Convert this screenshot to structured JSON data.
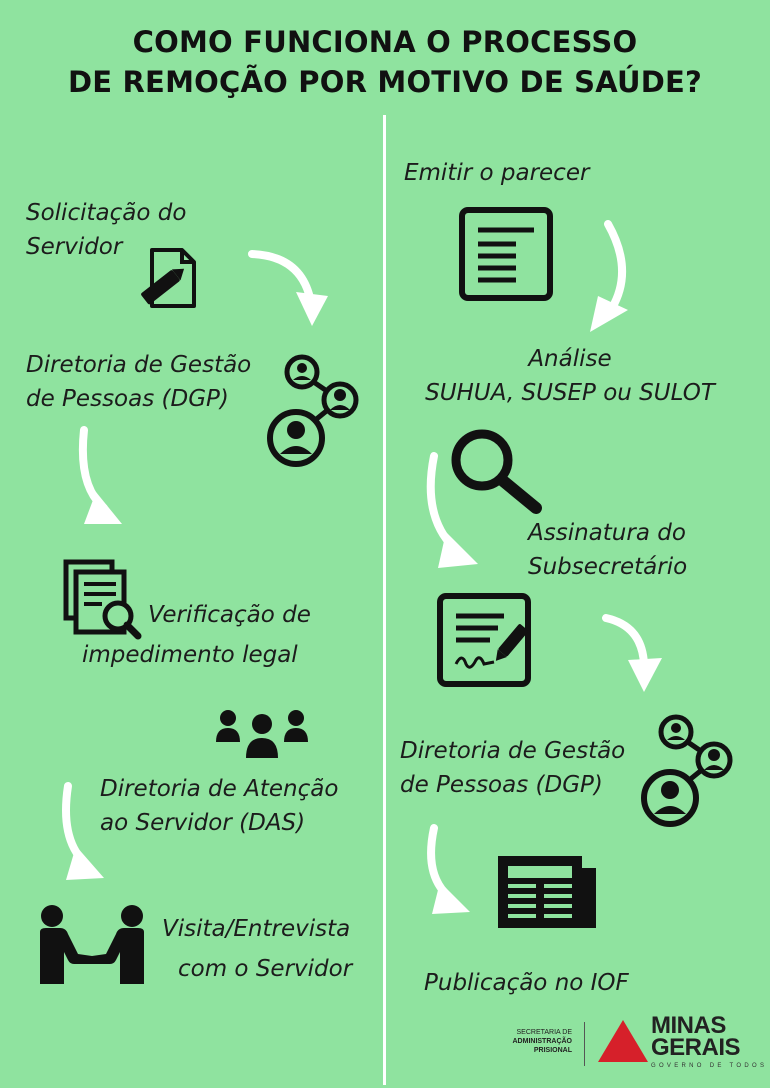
{
  "title": {
    "line1": "COMO FUNCIONA O PROCESSO",
    "line2": "DE REMOÇÃO POR MOTIVO DE SAÚDE?"
  },
  "left_steps": [
    {
      "line1": "Solicitação do",
      "line2": "Servidor",
      "icon": "document-pencil-icon"
    },
    {
      "line1": "Diretoria de Gestão",
      "line2": "de Pessoas (DGP)",
      "icon": "people-network-icon"
    },
    {
      "line1": "Verificação de",
      "line2": "impedimento legal",
      "icon": "documents-magnifier-icon"
    },
    {
      "line1": "Diretoria de Atenção",
      "line2": "ao Servidor (DAS)",
      "icon": "group-people-icon"
    },
    {
      "line1": "Visita/Entrevista",
      "line2": "com o Servidor",
      "icon": "handshake-icon"
    }
  ],
  "right_steps": [
    {
      "line1": "Emitir o parecer",
      "icon": "document-lines-icon"
    },
    {
      "line1": "Análise",
      "line2": "SUHUA, SUSEP ou SULOT",
      "icon": "magnifier-icon"
    },
    {
      "line1": "Assinatura do",
      "line2": "Subsecretário",
      "icon": "signature-document-icon"
    },
    {
      "line1": "Diretoria de Gestão",
      "line2": "de Pessoas (DGP)",
      "icon": "people-network-icon"
    },
    {
      "line1": "Publicação no IOF",
      "icon": "newspaper-icon"
    }
  ],
  "footer": {
    "secretaria_line1": "SECRETARIA DE",
    "secretaria_line2": "ADMINISTRAÇÃO",
    "secretaria_line3": "PRISIONAL",
    "logo_line1": "MINAS",
    "logo_line2": "GERAIS",
    "logo_sub": "GOVERNO DE TODOS"
  },
  "colors": {
    "background": "#8fe39f",
    "text": "#111111",
    "arrow": "#ffffff",
    "logo_red": "#d6202a"
  }
}
